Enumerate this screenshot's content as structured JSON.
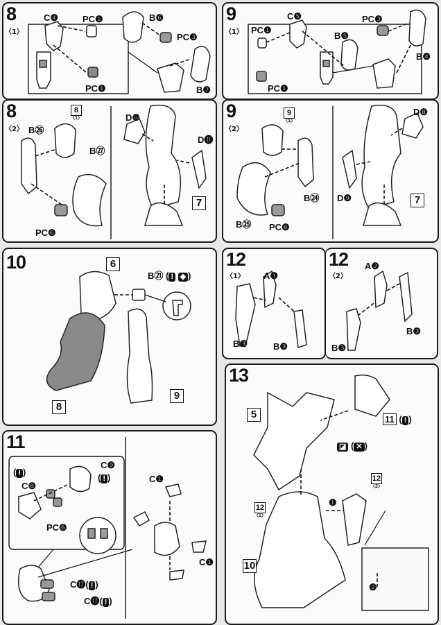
{
  "steps": {
    "s8_1": {
      "num": "8",
      "sub": "〈1〉",
      "labels": [
        "C❹",
        "PC❶",
        "B❻",
        "PC❸",
        "PC❶",
        "B❼"
      ]
    },
    "s9_1": {
      "num": "9",
      "sub": "〈1〉",
      "labels": [
        "PC❶",
        "C❺",
        "PC❸",
        "B❺",
        "B❹",
        "PC❶"
      ]
    },
    "s8_2": {
      "num": "8",
      "sub": "〈2〉",
      "labels": [
        "B㉖",
        "B㉗",
        "PC❻",
        "D❿",
        "D⓫"
      ],
      "refs": [
        {
          "n": "8",
          "s": "〈1〉"
        },
        {
          "n": "7",
          "s": ""
        }
      ]
    },
    "s9_2": {
      "num": "9",
      "sub": "〈2〉",
      "labels": [
        "B㉔",
        "B㉕",
        "PC❻",
        "D❽",
        "D❾"
      ],
      "refs": [
        {
          "n": "9",
          "s": "〈1〉"
        },
        {
          "n": "7",
          "s": ""
        }
      ]
    },
    "s10": {
      "num": "10",
      "labels": [
        "B㉑"
      ],
      "refs": [
        "6",
        "8",
        "9"
      ]
    },
    "s12_1": {
      "num": "12",
      "sub": "〈1〉",
      "labels": [
        "A❶",
        "B❸",
        "B❸"
      ]
    },
    "s12_2": {
      "num": "12",
      "sub": "〈2〉",
      "labels": [
        "A❷",
        "B❸",
        "B❸"
      ]
    },
    "s11": {
      "num": "11",
      "labels": [
        "C❽",
        "C❾",
        "PC❻",
        "C⓱",
        "C⓱",
        "C❶",
        "C❶"
      ],
      "warn": "!"
    },
    "s13": {
      "num": "13",
      "refs": [
        "5",
        "10"
      ],
      "boxrefs": [
        {
          "n": "11",
          "s": ""
        },
        {
          "n": "12",
          "s": "〈2〉"
        },
        {
          "n": "12",
          "s": "〈1〉"
        }
      ],
      "arrows": [
        "❶",
        "❷"
      ]
    }
  },
  "icon_names": [
    "warning-icon",
    "cut-icon",
    "sticker-icon"
  ]
}
